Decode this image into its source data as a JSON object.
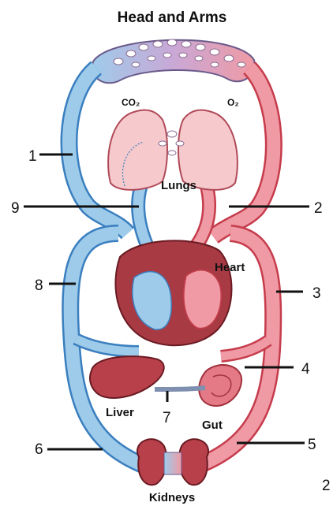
{
  "diagram": {
    "title": "Head and Arms",
    "organs": {
      "lungs": "Lungs",
      "heart": "Heart",
      "liver": "Liver",
      "gut": "Gut",
      "kidneys": "Kidneys"
    },
    "gases": {
      "left": "CO₂",
      "right": "O₂"
    },
    "callouts": [
      "1",
      "2",
      "3",
      "4",
      "5",
      "6",
      "7",
      "8",
      "9"
    ],
    "edge_mark": "2",
    "colors": {
      "deoxygenated": "#9fcbea",
      "deoxygenated_edge": "#3a7fbf",
      "oxygenated": "#ef9aa4",
      "oxygenated_edge": "#c63c4c",
      "organ": "#b8404a",
      "lung": "#f6c9cd"
    }
  }
}
